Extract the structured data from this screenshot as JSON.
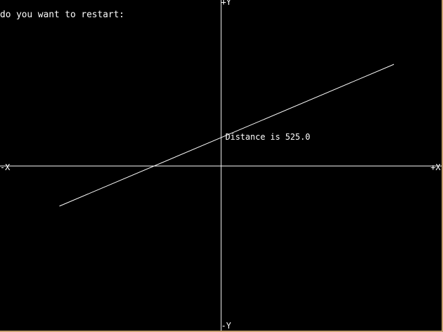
{
  "prompt": {
    "text": "do you want to restart:"
  },
  "axes": {
    "pos_y_label": "+Y",
    "neg_y_label": "-Y",
    "pos_x_label": "+X",
    "neg_x_label": "-X"
  },
  "distance": {
    "text": "Distance is 525.0"
  },
  "colors": {
    "background": "#000000",
    "foreground": "#ffffff",
    "frame": "#c8a070"
  }
}
